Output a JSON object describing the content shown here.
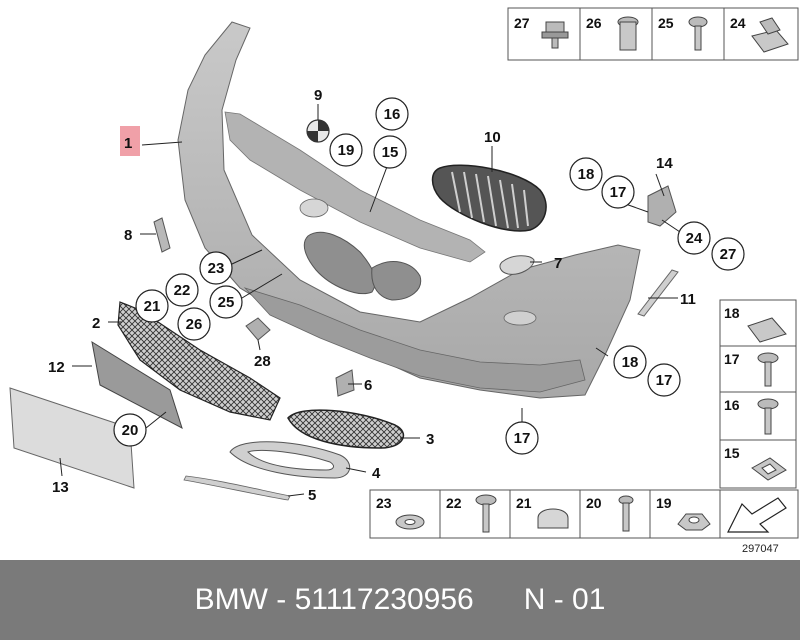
{
  "diagram": {
    "figure_number": "297047",
    "callouts": {
      "c1": "1",
      "c2": "2",
      "c3": "3",
      "c4": "4",
      "c5": "5",
      "c6": "6",
      "c7": "7",
      "c8": "8",
      "c9": "9",
      "c10": "10",
      "c11": "11",
      "c12": "12",
      "c13": "13",
      "c14": "14",
      "c15": "15",
      "c16": "16",
      "c17a": "17",
      "c17b": "17",
      "c17c": "17",
      "c18a": "18",
      "c18b": "18",
      "c19": "19",
      "c20": "20",
      "c21": "21",
      "c22": "22",
      "c23": "23",
      "c24": "24",
      "c25": "25",
      "c26": "26",
      "c27": "27",
      "c28": "28"
    },
    "top_table": [
      "27",
      "26",
      "25",
      "24"
    ],
    "right_table": [
      "18",
      "17",
      "16",
      "15"
    ],
    "bottom_table": [
      "23",
      "22",
      "21",
      "20",
      "19"
    ]
  },
  "footer": {
    "brand": "BMW",
    "separator": "-",
    "part_number": "51117230956",
    "code": "N - 01"
  },
  "colors": {
    "footer_bg": "#7a7a7a",
    "highlight": "#f0a0a8",
    "part_fill": "#bdbdbd"
  }
}
